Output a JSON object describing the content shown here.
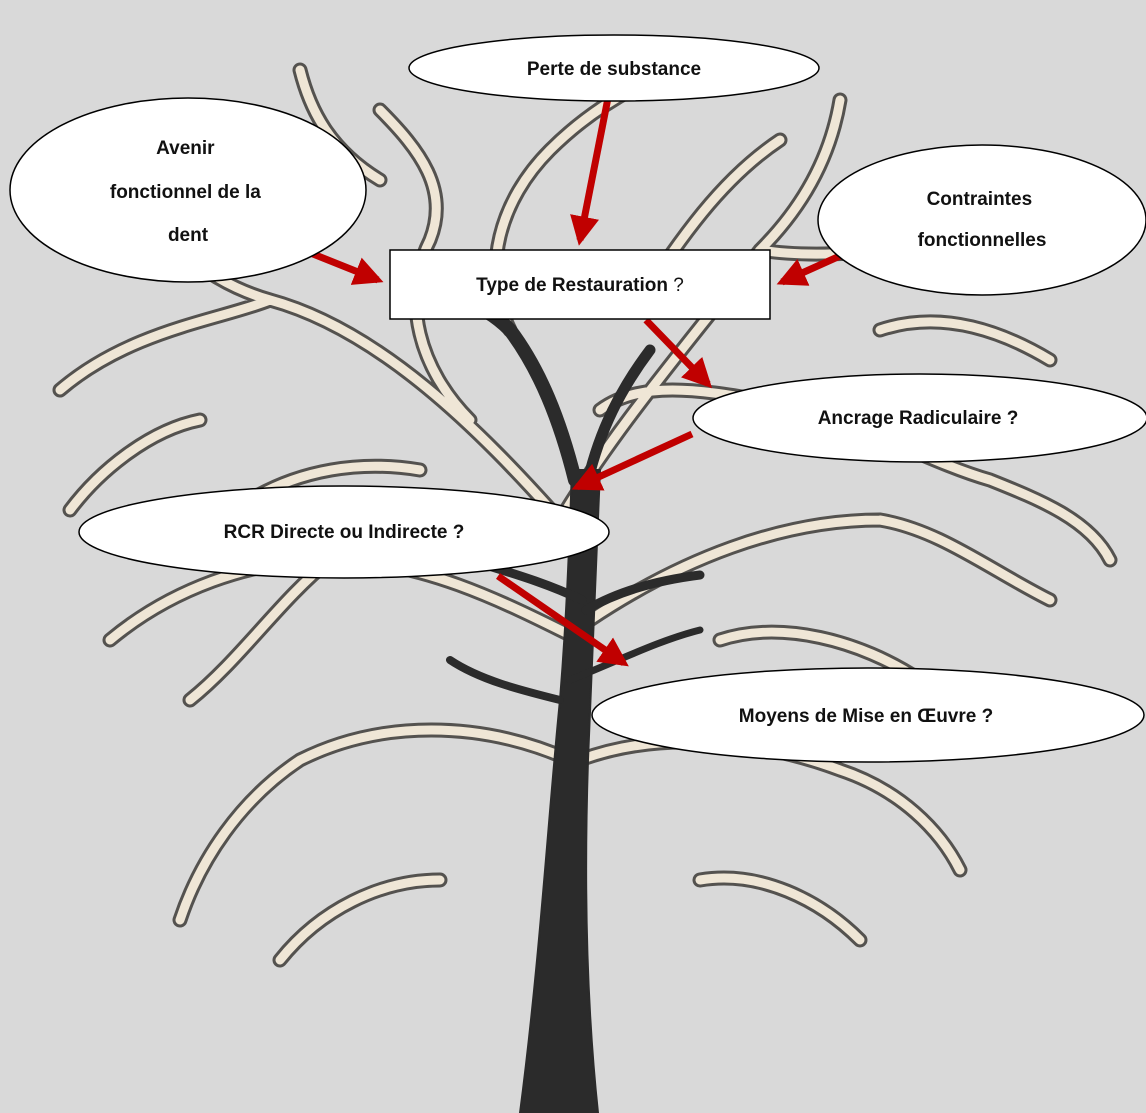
{
  "nodes": {
    "perte": {
      "label": "Perte de substance"
    },
    "avenir": {
      "lines": [
        "Avenir",
        "fonctionnel de la",
        "dent"
      ]
    },
    "contraintes": {
      "lines": [
        "Contraintes",
        "fonctionnelles"
      ]
    },
    "type": {
      "label": "Type de Restauration",
      "suffix": " ?"
    },
    "ancrage": {
      "label": "Ancrage Radiculaire ?"
    },
    "rcr": {
      "label": "RCR Directe ou Indirecte ?"
    },
    "moyens": {
      "label": "Moyens de Mise en Œuvre ?"
    }
  },
  "colors": {
    "background": "#d9d9d9",
    "arrow": "#c00000",
    "trunk": "#2b2b2b",
    "branch_fill": "#efe6d6",
    "branch_stroke": "#3c3a36",
    "node_fill": "#ffffff",
    "node_stroke": "#000000"
  }
}
